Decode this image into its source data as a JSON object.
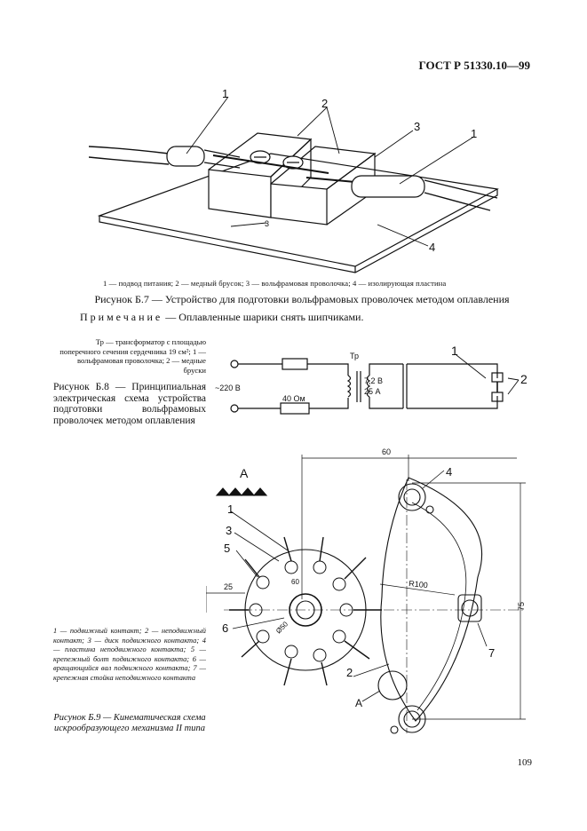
{
  "header": "ГОСТ Р 51330.10—99",
  "fig_b7": {
    "legend": "1 — подвод питания; 2 — медный брусок; 3 — вольфрамовая проволочка; 4 — изолирующая пластина",
    "title": "Рисунок Б.7 — Устройство для подготовки вольфрамовых проволочек методом оплавления",
    "callouts": [
      "1",
      "2",
      "3",
      "1",
      "4"
    ],
    "dim_label": "3"
  },
  "note": {
    "label": "Примечание",
    "text": " — Оплавленные шарики снять шипчиками."
  },
  "fig_b8": {
    "legend": "Тр — трансформатор с площадью поперечного сечения сердечника 19 см²; 1 — вольфрамовая проволочка; 2 — медные бруски",
    "title": "Рисунок Б.8 — Принципиальная электрическая схема устройства подготовки вольфрамовых проволочек методом оплавления",
    "supply": "~220 В",
    "resistor": "40 Ом",
    "transformer": "Тр",
    "volt": "7,2 В",
    "amp": "25 А",
    "callouts": [
      "1",
      "2"
    ]
  },
  "fig_b9": {
    "legend": "1 — подвижный контакт; 2 — неподвижный контакт; 3 — диск подвижного контакта; 4 — пластина неподвижного контакта; 5 — крепежный болт подвижного контакта; 6 — вращающийся вал подвижного контакта; 7 — крепежная стойка неподвижного контакта",
    "title": "Рисунок Б.9 — Кинематическая схема искрообразующего механизма II типа",
    "view_label": "А",
    "view_label2": "А",
    "dims": {
      "d60_top": "60",
      "d60_in": "60",
      "d25": "25",
      "r100": "R100",
      "d75": "75",
      "d50": "Ø50"
    },
    "callouts": [
      "1",
      "3",
      "5",
      "6",
      "4",
      "7",
      "2"
    ]
  },
  "page_number": "109"
}
